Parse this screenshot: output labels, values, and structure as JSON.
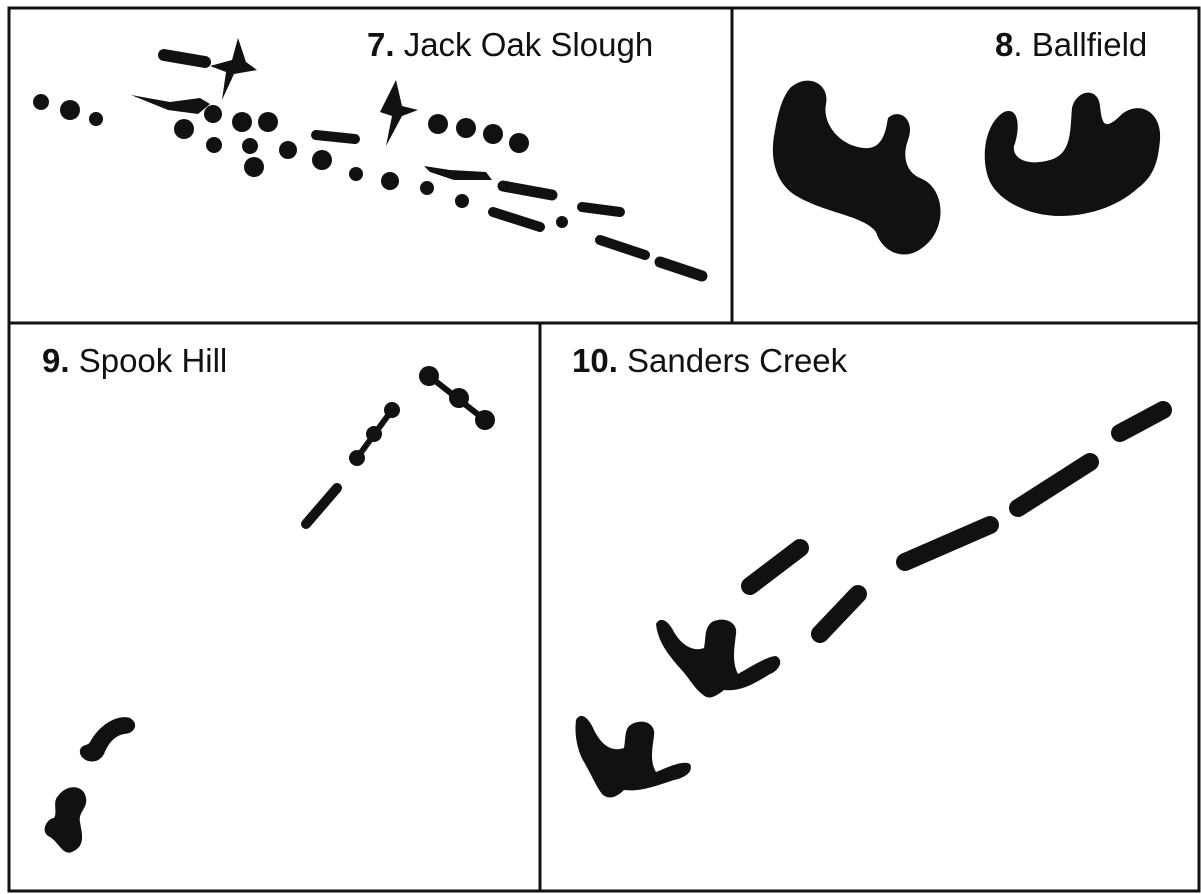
{
  "panels": [
    {
      "number": "7.",
      "label": "Jack Oak Slough"
    },
    {
      "number": "8",
      "label": ". Ballfield"
    },
    {
      "number": "9.",
      "label": "Spook Hill"
    },
    {
      "number": "10.",
      "label": "Sanders Creek"
    }
  ],
  "colors": {
    "ink": "#111111",
    "background": "#ffffff"
  }
}
